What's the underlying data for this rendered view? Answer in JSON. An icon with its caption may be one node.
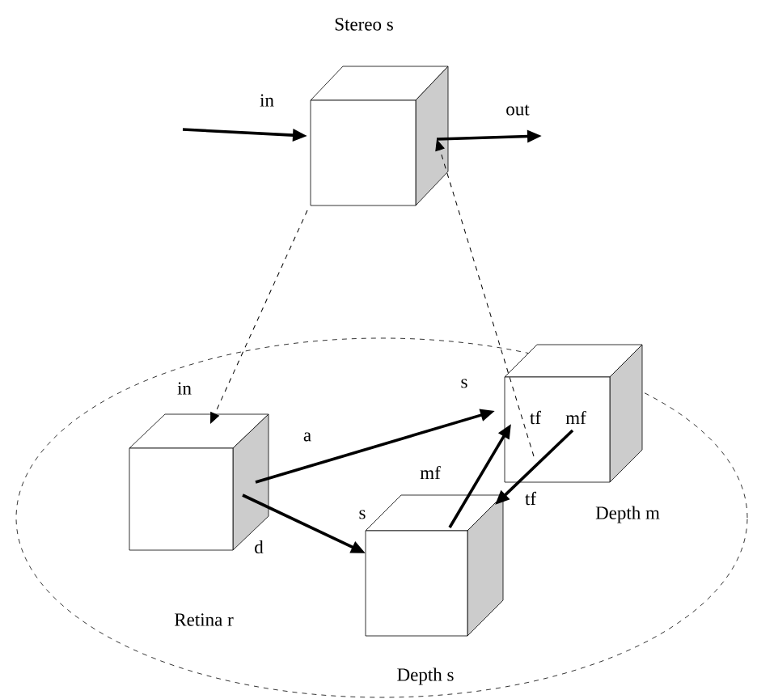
{
  "diagram": {
    "nodes": [
      {
        "text": [
          "Stereo s"
        ]
      },
      {
        "text": [],
        "shape": "ellipse"
      },
      {
        "text": [
          "Retina r"
        ],
        "in": 1
      },
      {
        "text": [
          "Depth m"
        ],
        "in": 1
      },
      {
        "text": [
          "Depth s"
        ],
        "in": 1
      }
    ],
    "edges": [
      {
        "from": null,
        "to": 0,
        "arrow": "to",
        "label": "in"
      },
      {
        "from": 0,
        "to": null,
        "arrow": "to",
        "label": "out"
      },
      {
        "from": 0,
        "to": 2,
        "arrow": "to",
        "label": "in",
        "style": "dashed"
      },
      {
        "from": 3,
        "to": 0,
        "arrow": "to",
        "style": "dashed"
      },
      {
        "from": 2,
        "to": 3,
        "arrow": "to",
        "label": "a"
      },
      {
        "from": 2,
        "to": 4,
        "arrow": "to",
        "label": "d"
      },
      {
        "from": 4,
        "to": 3,
        "arrow": "to",
        "label": "mf"
      },
      {
        "from": 3,
        "to": 4,
        "arrow": "to",
        "label": "mf"
      }
    ],
    "labels": [
      "s",
      "tf",
      "tf",
      "s"
    ]
  }
}
